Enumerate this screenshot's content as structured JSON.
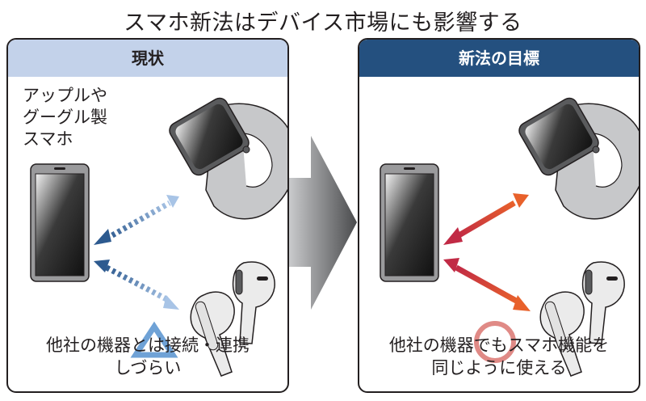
{
  "title": "スマホ新法はデバイス市場にも影響する",
  "panels": {
    "current": {
      "header": "現状",
      "maker_label": [
        "アップルや",
        "グーグル製",
        "スマホ"
      ],
      "symbol": "triangle",
      "symbol_color": "#6fa2d6",
      "arrow_style": "dotted",
      "arrow_color_start": "#2d5a8f",
      "arrow_color_end": "#a8c4e6",
      "caption": [
        "他社の機器とは接続・連携",
        "しづらい"
      ]
    },
    "goal": {
      "header": "新法の目標",
      "symbol": "circle",
      "symbol_color": "#e08a86",
      "arrow_style": "solid",
      "arrow_color_start": "#c12a45",
      "arrow_color_end": "#e8612b",
      "caption": [
        "他社の機器でもスマホ機能を",
        "同じように使える"
      ]
    }
  },
  "devices": [
    "smartphone",
    "smartwatch",
    "wireless-earbuds"
  ],
  "colors": {
    "current_header_bg": "#c3d2ea",
    "goal_header_bg": "#24507f",
    "goal_header_text": "#ffffff",
    "border": "#231f20"
  }
}
